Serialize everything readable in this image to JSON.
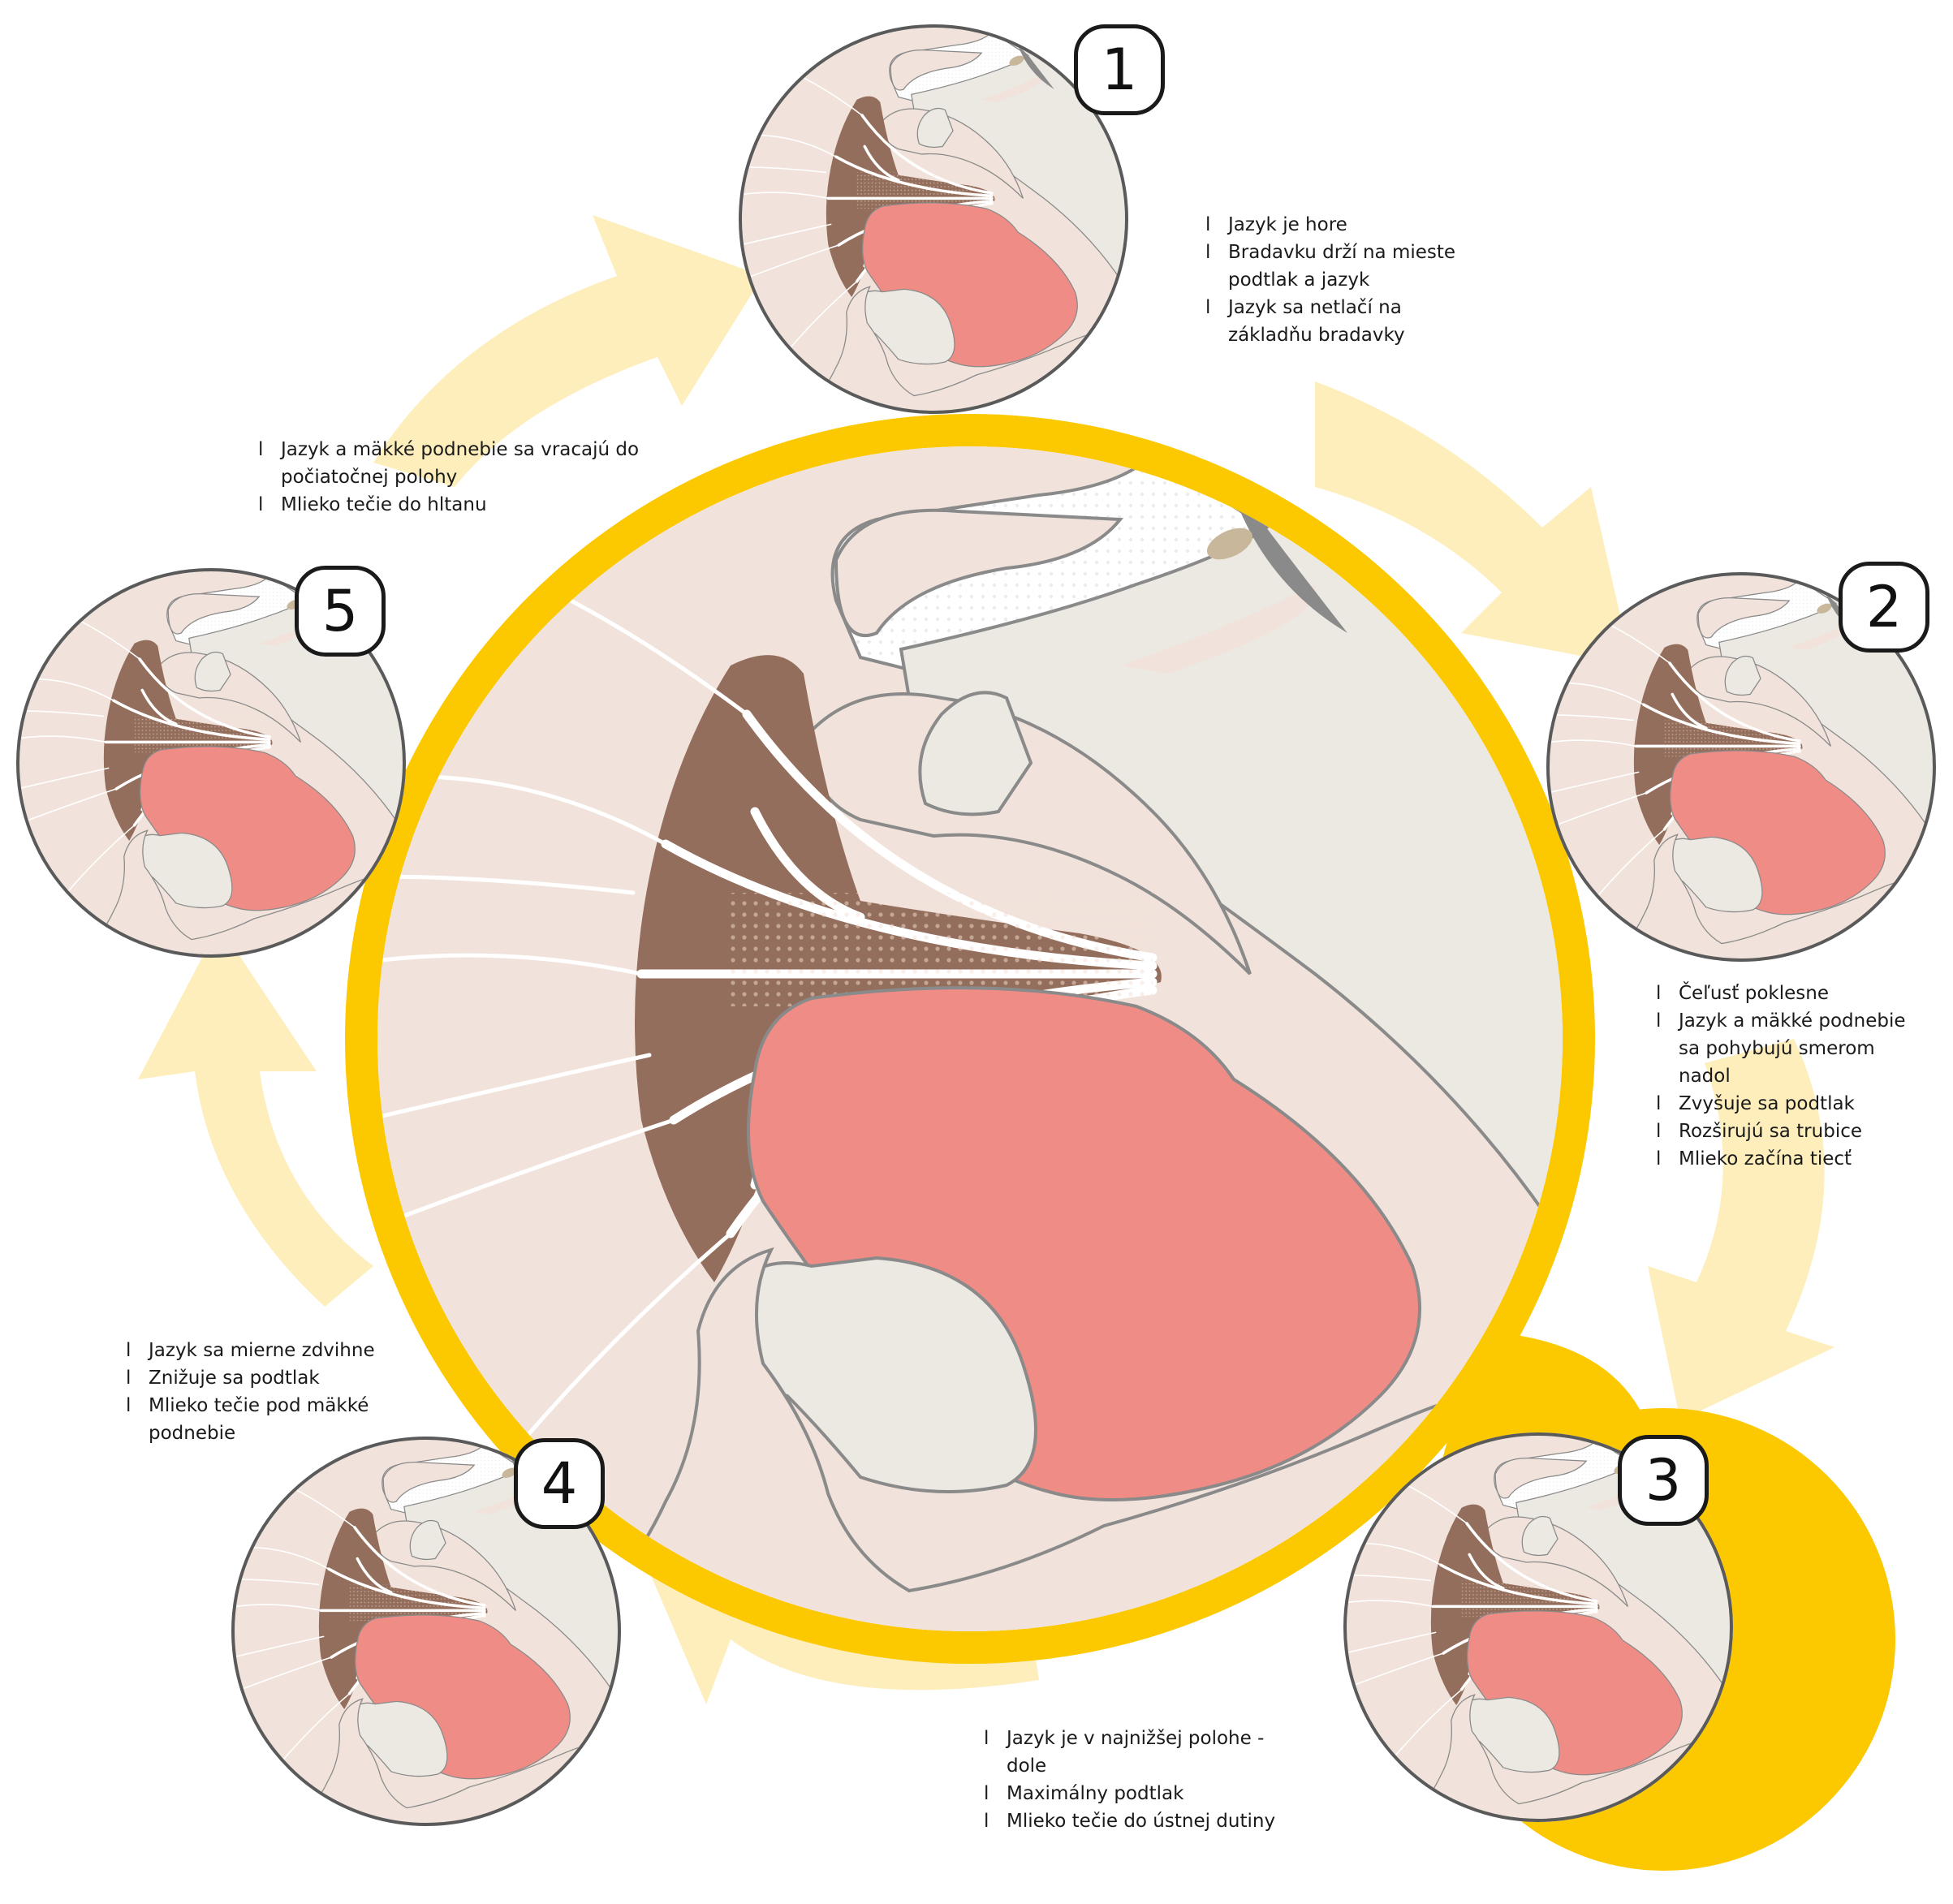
{
  "palette": {
    "background": "#ffffff",
    "frame_yellow": "#fcc800",
    "arrow_cream": "#fdeebb",
    "skin": "#f1e3db",
    "bone": "#ebe9e2",
    "muscle": "#946e5c",
    "tongue": "#f08c86",
    "outline": "#8a8a8a",
    "nerve_line": "#ffffff",
    "dot_texture": "#f4ddd0"
  },
  "stages": [
    {
      "number": "1",
      "notes": [
        "Jazyk je hore",
        "Bradavku drží na mieste podtlak a jazyk",
        "Jazyk sa netlačí na základňu bradavky"
      ]
    },
    {
      "number": "2",
      "notes": [
        "Čeľusť poklesne",
        "Jazyk a mäkké podnebie sa pohybujú smerom nadol",
        "Zvyšuje sa podtlak",
        "Rozširujú sa trubice",
        "Mlieko začína tiecť"
      ]
    },
    {
      "number": "3",
      "notes": [
        "Jazyk je v najnižšej polohe - dole",
        "Maximálny podtlak",
        "Mlieko tečie do ústnej dutiny"
      ]
    },
    {
      "number": "4",
      "notes": [
        "Jazyk sa mierne zdvihne",
        "Znižuje sa podtlak",
        "Mlieko tečie pod mäkké podnebie"
      ]
    },
    {
      "number": "5",
      "notes": [
        "Jazyk a mäkké podnebie sa vracajú do počiatočnej polohy",
        "Mlieko tečie do hltanu"
      ]
    }
  ]
}
